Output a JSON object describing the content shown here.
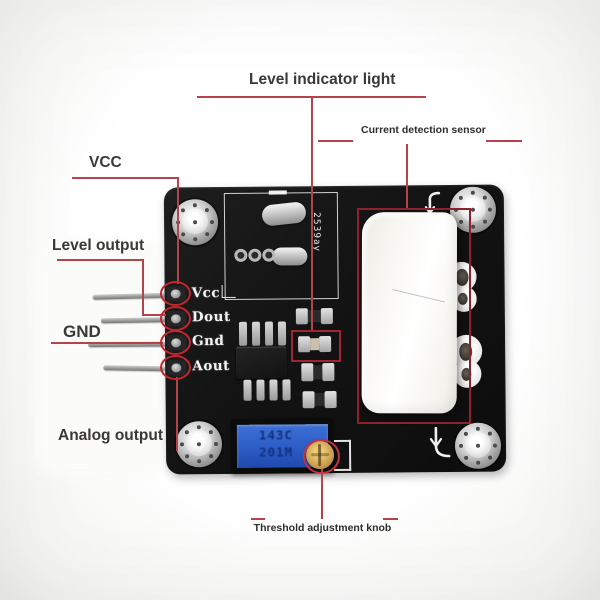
{
  "annotations": {
    "level_indicator_light": "Level indicator light",
    "current_detection_sensor": "Current detection sensor",
    "vcc": "VCC",
    "level_output": "Level output",
    "gnd": "GND",
    "analog_output": "Analog output",
    "threshold_adjustment_knob": "Threshold adjustment knob"
  },
  "board": {
    "pin_labels": [
      "Vcc",
      "Dout",
      "Gnd",
      "Aout"
    ],
    "silkscreen_code": "2539ay",
    "trimpot": {
      "line1": "143C",
      "line2": "201M"
    },
    "colors": {
      "pcb": "#161616",
      "annotation_line": "#b5434b",
      "highlight_red": "#c2252e",
      "sensor_rect_red": "#8e212e",
      "sensor_body": "#f7f5f0",
      "trimpot_blue": "#2c5cc5",
      "screw_gold": "#cfa452"
    }
  }
}
